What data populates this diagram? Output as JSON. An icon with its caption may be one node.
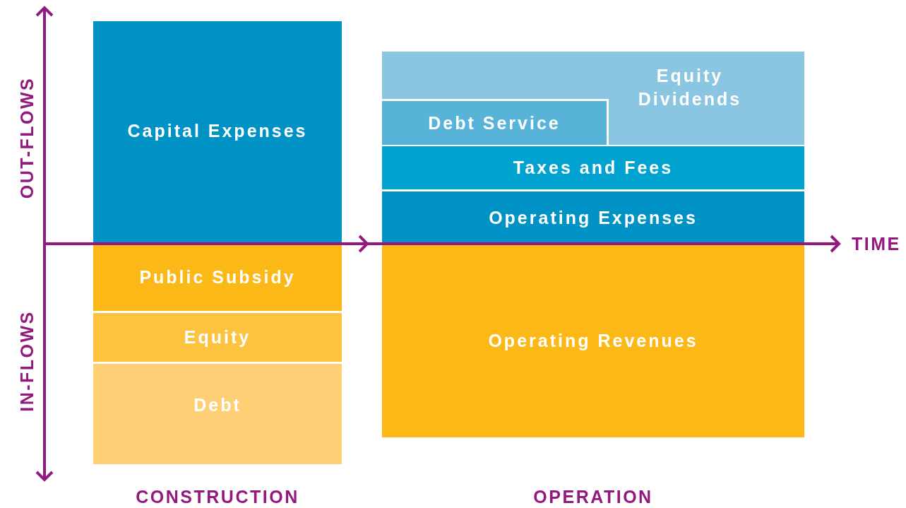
{
  "diagram": {
    "nodes": [
      {
        "text": [
          "Capital Expenses"
        ]
      },
      {
        "text": [
          "Public Subsidy"
        ]
      },
      {
        "text": [
          "Equity"
        ]
      },
      {
        "text": [
          "Debt"
        ]
      },
      {
        "text": [
          "Equity Dividends"
        ]
      },
      {
        "text": [
          "Debt Service"
        ],
        "in": 4
      },
      {
        "text": [
          "Taxes and Fees"
        ]
      },
      {
        "text": [
          "Operating Expenses"
        ]
      },
      {
        "text": [
          "Operating Revenues"
        ]
      }
    ],
    "labels": [
      "OUT-FLOWS",
      "IN-FLOWS",
      "TIME",
      "CONSTRUCTION",
      "OPERATION"
    ]
  }
}
